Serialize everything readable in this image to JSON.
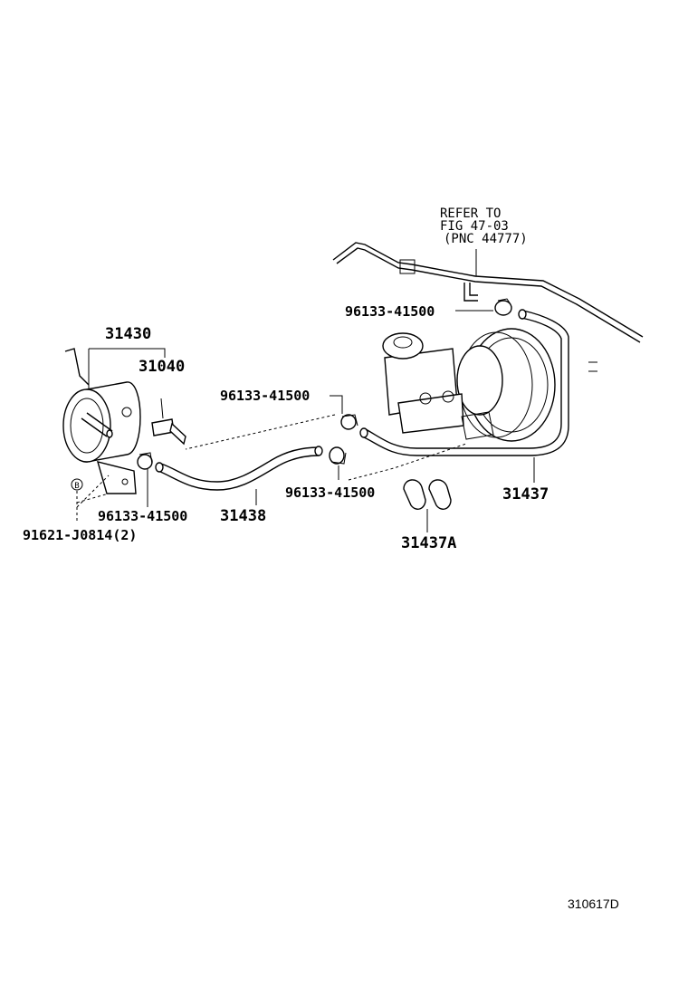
{
  "diagram": {
    "labels": {
      "refer_line1": "REFER TO",
      "refer_line2": "FIG 47-03",
      "refer_line3": "(PNC 44777)",
      "clamp_top": "96133-41500",
      "clamp_mid_left": "96133-41500",
      "clamp_mid_right": "96133-41500",
      "clamp_bottom_left": "96133-41500",
      "filter": "31430",
      "valve": "31040",
      "hose_left": "31438",
      "hose_right": "31437",
      "hose_clip": "31437A",
      "bolt": "91621-J0814(2)",
      "bolt_marker": "B",
      "figure_code": "310617D"
    }
  }
}
